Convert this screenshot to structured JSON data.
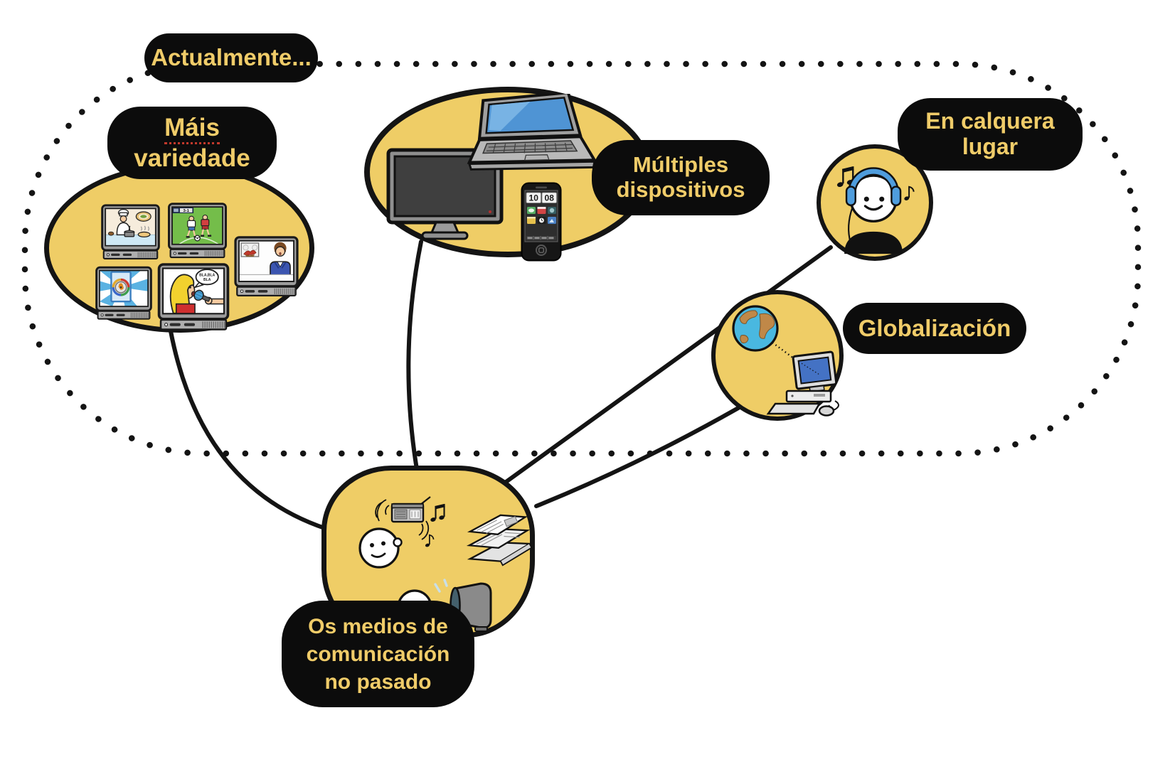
{
  "title_label": "Actualmente...",
  "center_node": {
    "label": {
      "line1": "Os medios de",
      "line2": "comunicación",
      "line3": "no pasado"
    },
    "icons": [
      "radio-listener",
      "newspaper-stack",
      "tv-watcher"
    ]
  },
  "branches": {
    "variedade": {
      "label": {
        "line1": "Máis",
        "line2": "variedade"
      },
      "icons": [
        "cooking-show-tv",
        "football-match-tv",
        "news-anchor-tv",
        "cinema-tv",
        "interview-tv"
      ]
    },
    "dispositivos": {
      "label": {
        "line1": "Múltiples",
        "line2": "dispositivos"
      },
      "icons": [
        "flatscreen-tv",
        "laptop",
        "smartphone"
      ]
    },
    "calquera": {
      "label": {
        "line1": "En calquera",
        "line2": "lugar"
      },
      "icons": [
        "person-headphones",
        "music-notes"
      ]
    },
    "globalizacion": {
      "label": {
        "line1": "Globalización"
      },
      "icons": [
        "globe",
        "desktop-computer"
      ]
    }
  },
  "pictograms": {
    "football_score": "3-1",
    "interview_bubble_line1": "BLA,BLA",
    "interview_bubble_line2": "BLA",
    "phone_hour": "10",
    "phone_minute": "08"
  },
  "colors": {
    "node_fill": "#efcd66",
    "node_outline": "#141414",
    "label_bg": "#0c0c0c",
    "label_text": "#f0cc69",
    "connector": "#141414",
    "headphones_blue": "#4f9ddd",
    "laptop_screen_blue": "#4f94d4",
    "ocean_blue": "#49b8e0",
    "land_tan": "#c08848",
    "pitch_green": "#74bd4a",
    "mic_blue": "#4aa3d8",
    "shirt_red": "#cf2f2f",
    "suit_blue": "#3b55b0",
    "hair_yellow": "#f2d12e",
    "skin": "#f7cba1"
  }
}
